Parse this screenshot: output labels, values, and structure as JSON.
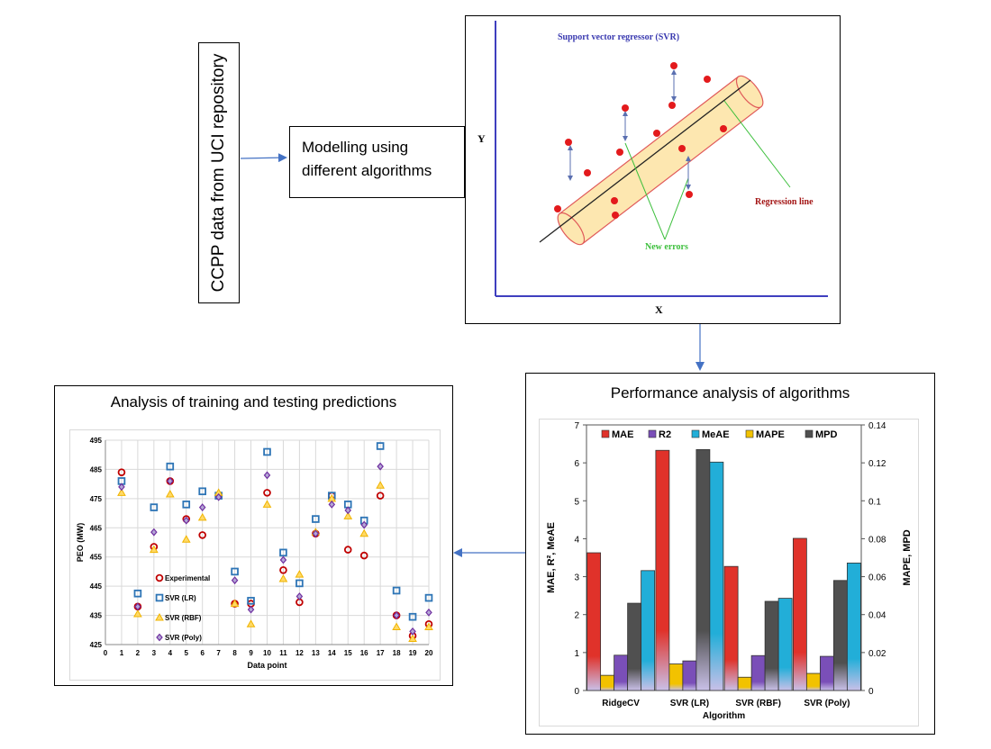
{
  "source_box": {
    "label": "CCPP data from UCI repository"
  },
  "modelling_box": {
    "line1": "Modelling using",
    "line2": "different algorithms"
  },
  "svr_diagram": {
    "title": "Support vector regressor (SVR)",
    "y_label": "Y",
    "x_label": "X",
    "regression_label": "Regression line",
    "errors_label": "New errors",
    "colors": {
      "tube_fill": "#fde7b0",
      "tube_stroke": "#e05a5a",
      "point": "#e31a1c",
      "axis": "#3f3fbf",
      "annotation": "#3cbf3c",
      "regression_text": "#a31515",
      "title_text": "#3a3ab0"
    }
  },
  "training_panel": {
    "title": "Analysis of training and testing predictions"
  },
  "performance_panel": {
    "title": "Performance analysis of algorithms"
  },
  "chart_data": [
    {
      "type": "scatter",
      "title": "",
      "xlabel": "Data point",
      "ylabel": "PEO (MW)",
      "xlim": [
        0,
        20
      ],
      "ylim": [
        425,
        495
      ],
      "x_ticks": [
        0,
        1,
        2,
        3,
        4,
        5,
        6,
        7,
        8,
        9,
        10,
        11,
        12,
        13,
        14,
        15,
        16,
        17,
        18,
        19,
        20
      ],
      "y_ticks": [
        425,
        435,
        445,
        455,
        465,
        475,
        485,
        495
      ],
      "grid": true,
      "legend_position": "bottom-center",
      "series": [
        {
          "name": "Experimental",
          "marker": "circle",
          "color": "#c00000",
          "x": [
            1,
            2,
            3,
            4,
            5,
            6,
            7,
            8,
            9,
            10,
            11,
            12,
            13,
            14,
            15,
            16,
            17,
            18,
            19,
            20
          ],
          "y": [
            484,
            438,
            458.5,
            481,
            468,
            462.5,
            476,
            439,
            439,
            477,
            450.5,
            439.5,
            463,
            476,
            457.5,
            455.5,
            476,
            435,
            428,
            432
          ]
        },
        {
          "name": "SVR (LR)",
          "marker": "square",
          "color": "#2e75b6",
          "x": [
            1,
            2,
            3,
            4,
            5,
            6,
            7,
            8,
            9,
            10,
            11,
            12,
            13,
            14,
            15,
            16,
            17,
            18,
            19,
            20
          ],
          "y": [
            481,
            442.5,
            472,
            486,
            473,
            477.5,
            476,
            450,
            440,
            491,
            456.5,
            446,
            468,
            476,
            473,
            467.5,
            493,
            443.5,
            434.5,
            441
          ]
        },
        {
          "name": "SVR (RBF)",
          "marker": "triangle",
          "color": "#f0b400",
          "x": [
            1,
            2,
            3,
            4,
            5,
            6,
            7,
            8,
            9,
            10,
            11,
            12,
            13,
            14,
            15,
            16,
            17,
            18,
            19,
            20
          ],
          "y": [
            477,
            435.5,
            457.5,
            476.5,
            461,
            468.5,
            477,
            439,
            432,
            473,
            447.5,
            449,
            463.5,
            475,
            469,
            463,
            479.5,
            431,
            427,
            431
          ]
        },
        {
          "name": "SVR (Poly)",
          "marker": "diamond",
          "color": "#7030a0",
          "x": [
            1,
            2,
            3,
            4,
            5,
            6,
            7,
            8,
            9,
            10,
            11,
            12,
            13,
            14,
            15,
            16,
            17,
            18,
            19,
            20
          ],
          "y": [
            479,
            438,
            463.5,
            481,
            467.5,
            472,
            475.5,
            447,
            437,
            483,
            454,
            441.5,
            463,
            473,
            471,
            466,
            486,
            435,
            429.5,
            436
          ]
        }
      ]
    },
    {
      "type": "bar",
      "title": "",
      "xlabel": "Algorithm",
      "ylabel": "MAE, R², MeAE",
      "y2label": "MAPE, MPD",
      "categories": [
        "RidgeCV",
        "SVR (LR)",
        "SVR (RBF)",
        "SVR (Poly)"
      ],
      "ylim": [
        0,
        7
      ],
      "y_ticks": [
        0,
        1,
        2,
        3,
        4,
        5,
        6,
        7
      ],
      "y2lim": [
        0,
        0.14
      ],
      "y2_ticks": [
        "0",
        "0.02",
        "0.04",
        "0.06",
        "0.08",
        "0.1",
        "0.12",
        "0.14"
      ],
      "legend_position": "top",
      "series": [
        {
          "name": "MAE",
          "axis": "left",
          "color": "#e0322a",
          "values": [
            3.63,
            6.33,
            3.27,
            4.01
          ]
        },
        {
          "name": "R2",
          "axis": "left",
          "color": "#7a4fb8",
          "values": [
            0.93,
            0.78,
            0.92,
            0.9
          ]
        },
        {
          "name": "MeAE",
          "axis": "left",
          "color": "#22aed8",
          "values": [
            3.16,
            6.02,
            2.43,
            3.36
          ]
        },
        {
          "name": "MAPE",
          "axis": "right",
          "color": "#f2c200",
          "values": [
            0.008,
            0.014,
            0.007,
            0.009
          ]
        },
        {
          "name": "MPD",
          "axis": "right",
          "color": "#505050",
          "values": [
            0.046,
            0.127,
            0.047,
            0.058
          ]
        }
      ]
    }
  ]
}
